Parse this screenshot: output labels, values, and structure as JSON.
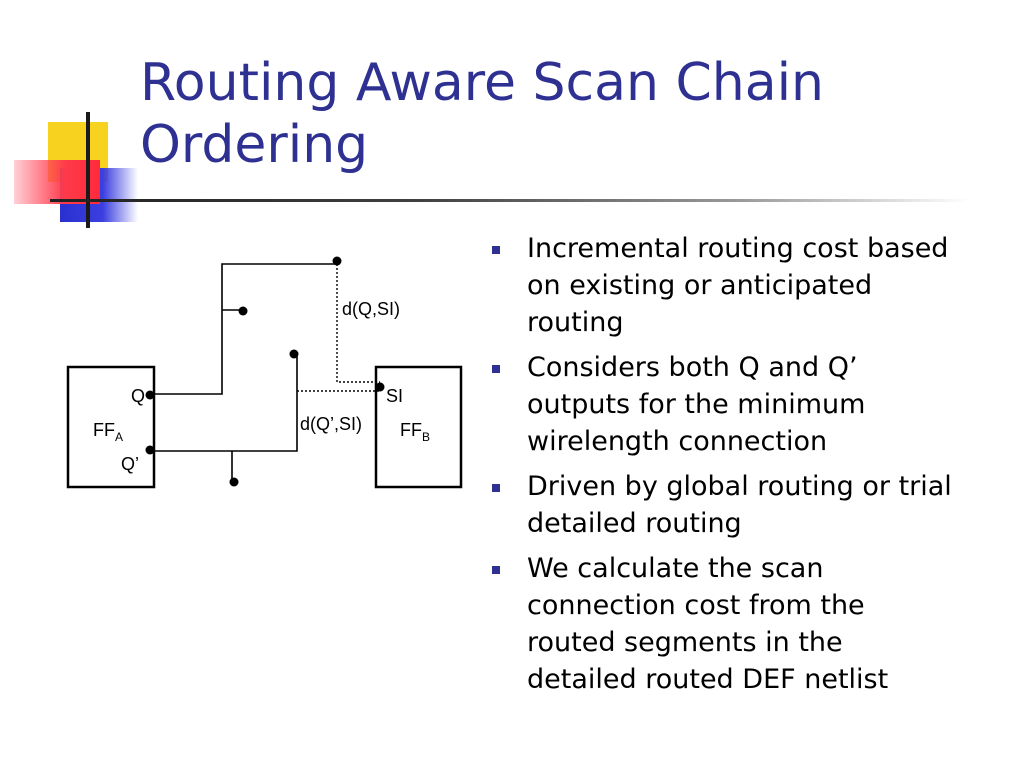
{
  "slide": {
    "title": "Routing Aware Scan Chain Ordering",
    "bullets": [
      "Incremental routing cost based on existing or anticipated routing",
      "Considers both Q and Q’ outputs for the minimum wirelength connection",
      "Driven by global routing or trial detailed routing",
      "We calculate the scan connection cost from the routed segments in the detailed routed DEF netlist"
    ]
  },
  "diagram": {
    "ff_a": {
      "name": "FF",
      "subscript": "A",
      "pin_q": "Q",
      "pin_q_bar": "Q’"
    },
    "ff_b": {
      "name": "FF",
      "subscript": "B",
      "pin_si": "SI"
    },
    "label_q_si": "d(Q,SI)",
    "label_qbar_si": "d(Q’,SI)"
  },
  "colors": {
    "title": "#2e3192",
    "bullet": "#2e3192",
    "accent_yellow": "#f7d21e",
    "accent_blue": "#2a2fd0",
    "accent_red": "#ff2a3a"
  }
}
